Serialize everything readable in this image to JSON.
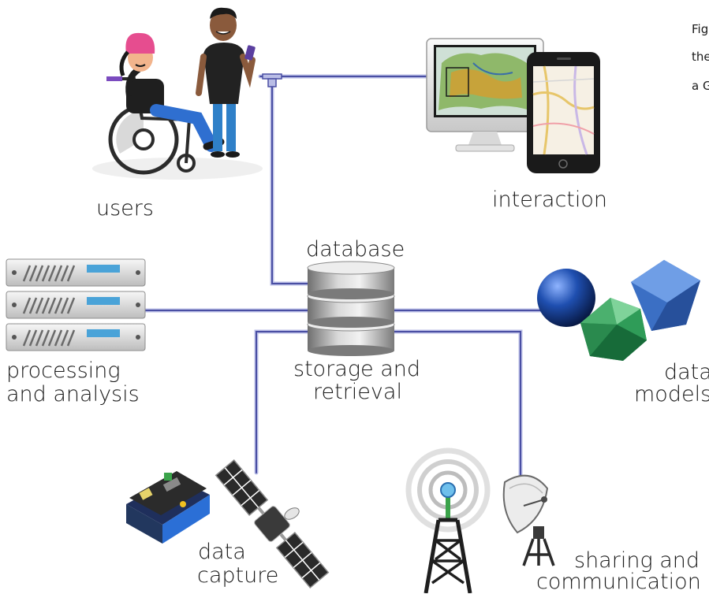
{
  "caption": {
    "lines": [
      "Fig",
      "the",
      "a G"
    ]
  },
  "labels": {
    "users": "users",
    "interaction": "interaction",
    "database": "database",
    "processing_line1": "processing",
    "processing_line2": "and analysis",
    "storage_line1": "storage and",
    "storage_line2": "retrieval",
    "models_line1": "data",
    "models_line2": "models",
    "capture_line1": "data",
    "capture_line2": "capture",
    "sharing_line1": "sharing and",
    "sharing_line2": "communication"
  },
  "colors": {
    "connector": "#4a4fa3",
    "connector_light": "#b9bde6",
    "text": "#1a1a1a"
  },
  "icons": [
    "wheelchair-user-icon",
    "standing-user-phone-icon",
    "monitor-map-icon",
    "smartphone-map-icon",
    "server-rack-icon",
    "database-stack-icon",
    "sphere-icon",
    "icosahedron-icon",
    "cube-icon",
    "circuit-board-icon",
    "satellite-icon",
    "radio-tower-icon",
    "satellite-dish-icon"
  ]
}
